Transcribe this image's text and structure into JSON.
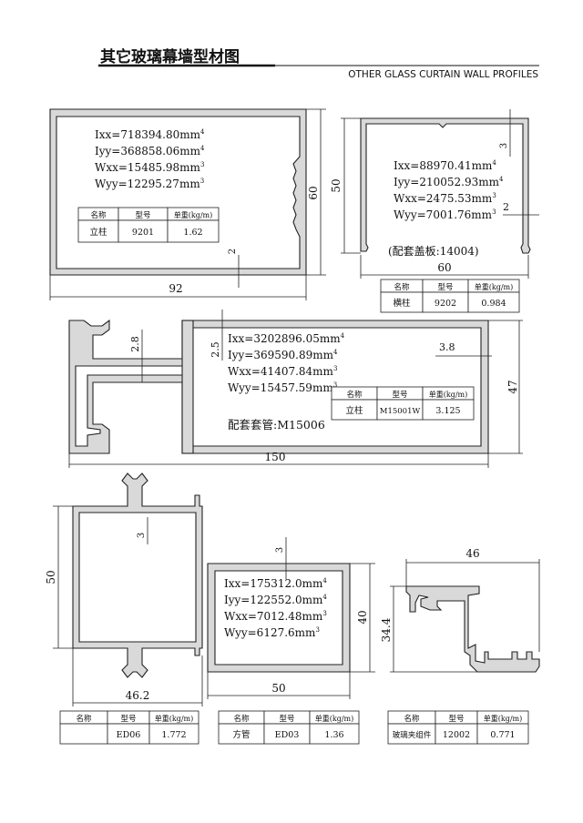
{
  "header": {
    "title_cn": "其它玻璃幕墙型材图",
    "title_en": "OTHER GLASS CURTAIN WALL PROFILES"
  },
  "table_headers": {
    "name": "名称",
    "model": "型号",
    "weight": "单重(kg/m)"
  },
  "profiles": {
    "p9201": {
      "props": {
        "ixx": "Ixx=718394.80mm",
        "iyy": "Iyy=368858.06mm",
        "wxx": "Wxx=15485.98mm",
        "wyy": "Wyy=12295.27mm"
      },
      "dims": {
        "width": "92",
        "height": "60",
        "wall": "2"
      },
      "table": {
        "name": "立柱",
        "model": "9201",
        "weight": "1.62"
      }
    },
    "p9202": {
      "props": {
        "ixx": "Ixx=88970.41mm",
        "iyy": "Iyy=210052.93mm",
        "wxx": "Wxx=2475.53mm",
        "wyy": "Wyy=7001.76mm"
      },
      "dims": {
        "width": "60",
        "height": "50",
        "wall_top": "3",
        "wall_side": "2"
      },
      "note": "(配套盖板:14004)",
      "table": {
        "name": "横柱",
        "model": "9202",
        "weight": "0.984"
      }
    },
    "pM15001W": {
      "props": {
        "ixx": "Ixx=3202896.05mm",
        "iyy": "Iyy=369590.89mm",
        "wxx": "Wxx=41407.84mm",
        "wyy": "Wyy=15457.59mm"
      },
      "dims": {
        "width": "150",
        "height": "47",
        "wall_a": "2.8",
        "wall_b": "2.5",
        "wall_c": "3.8"
      },
      "note": "配套套管:M15006",
      "table": {
        "name": "立柱",
        "model": "M15001W",
        "weight": "3.125"
      }
    },
    "pED06": {
      "dims": {
        "width": "46.2",
        "height": "50",
        "wall": "3"
      },
      "table": {
        "name": "",
        "model": "ED06",
        "weight": "1.772"
      }
    },
    "pED03": {
      "props": {
        "ixx": "Ixx=175312.0mm",
        "iyy": "Iyy=122552.0mm",
        "wxx": "Wxx=7012.48mm",
        "wyy": "Wyy=6127.6mm"
      },
      "dims": {
        "width": "50",
        "height": "40",
        "wall": "3"
      },
      "table": {
        "name": "方管",
        "model": "ED03",
        "weight": "1.36"
      }
    },
    "p12002": {
      "dims": {
        "width": "46",
        "height": "34.4"
      },
      "table": {
        "name": "玻璃夹组件",
        "model": "12002",
        "weight": "0.771"
      }
    }
  },
  "exponents": {
    "four": "4",
    "three": "3"
  }
}
